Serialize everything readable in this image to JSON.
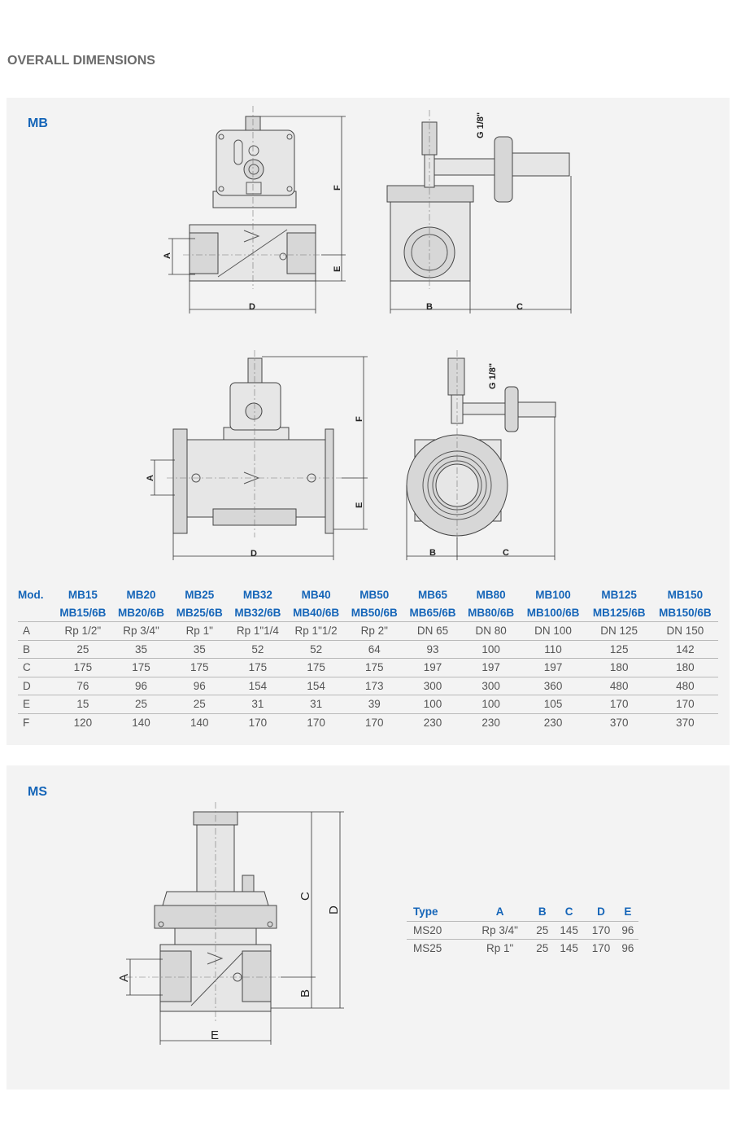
{
  "title": "OVERALL DIMENSIONS",
  "mb": {
    "section_label": "MB",
    "labels": {
      "A": "A",
      "B": "B",
      "C": "C",
      "D": "D",
      "E": "E",
      "F": "F",
      "G": "G 1/8\""
    },
    "table": {
      "header_label": "Mod.",
      "models": [
        "MB15",
        "MB20",
        "MB25",
        "MB32",
        "MB40",
        "MB50",
        "MB65",
        "MB80",
        "MB100",
        "MB125",
        "MB150"
      ],
      "models_6b": [
        "MB15/6B",
        "MB20/6B",
        "MB25/6B",
        "MB32/6B",
        "MB40/6B",
        "MB50/6B",
        "MB65/6B",
        "MB80/6B",
        "MB100/6B",
        "MB125/6B",
        "MB150/6B"
      ],
      "rows": [
        {
          "label": "A",
          "values": [
            "Rp 1/2\"",
            "Rp 3/4\"",
            "Rp 1\"",
            "Rp 1\"1/4",
            "Rp 1\"1/2",
            "Rp 2\"",
            "DN 65",
            "DN 80",
            "DN 100",
            "DN 125",
            "DN 150"
          ]
        },
        {
          "label": "B",
          "values": [
            "25",
            "35",
            "35",
            "52",
            "52",
            "64",
            "93",
            "100",
            "110",
            "125",
            "142"
          ]
        },
        {
          "label": "C",
          "values": [
            "175",
            "175",
            "175",
            "175",
            "175",
            "175",
            "197",
            "197",
            "197",
            "180",
            "180"
          ]
        },
        {
          "label": "D",
          "values": [
            "76",
            "96",
            "96",
            "154",
            "154",
            "173",
            "300",
            "300",
            "360",
            "480",
            "480"
          ]
        },
        {
          "label": "E",
          "values": [
            "15",
            "25",
            "25",
            "31",
            "31",
            "39",
            "100",
            "100",
            "105",
            "170",
            "170"
          ]
        },
        {
          "label": "F",
          "values": [
            "120",
            "140",
            "140",
            "170",
            "170",
            "170",
            "230",
            "230",
            "230",
            "370",
            "370"
          ]
        }
      ]
    }
  },
  "ms": {
    "section_label": "MS",
    "labels": {
      "A": "A",
      "B": "B",
      "C": "C",
      "D": "D",
      "E": "E"
    },
    "table": {
      "headers": [
        "Type",
        "A",
        "B",
        "C",
        "D",
        "E"
      ],
      "rows": [
        [
          "MS20",
          "Rp 3/4\"",
          "25",
          "145",
          "170",
          "96"
        ],
        [
          "MS25",
          "Rp 1\"",
          "25",
          "145",
          "170",
          "96"
        ]
      ]
    }
  }
}
